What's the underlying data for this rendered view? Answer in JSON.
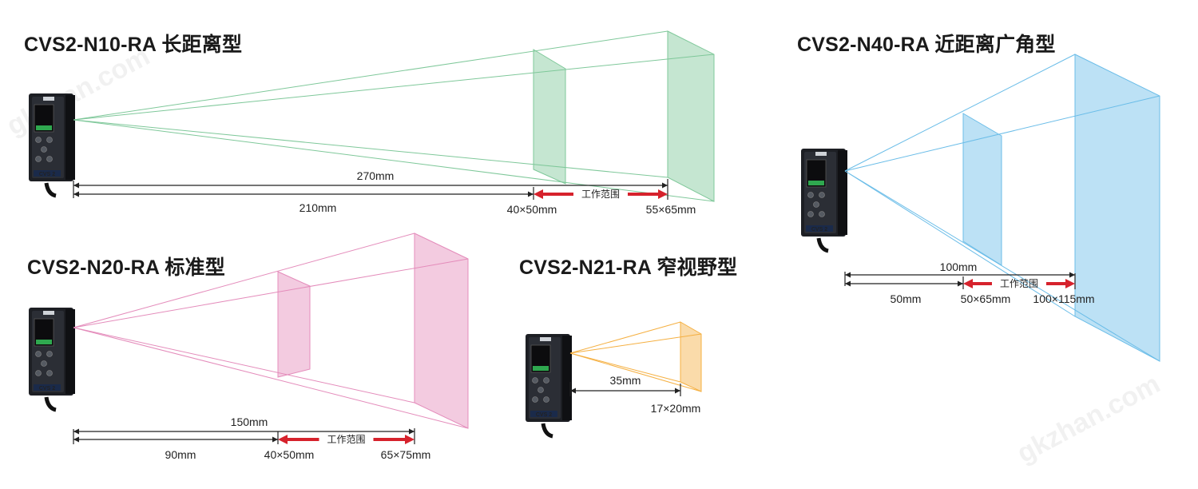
{
  "colors": {
    "green": "#7fc89a",
    "pink": "#e48cbb",
    "orange": "#f5b042",
    "blue": "#6bbde8",
    "arrow_red": "#d6222c",
    "dim_line": "#222222"
  },
  "watermark": "gkzhan.com",
  "sensors": [
    {
      "title": "CVS2-N10-RA  长距离型",
      "dimensions": {
        "total": "270mm",
        "near": "210mm",
        "near_fov": "40×50mm",
        "far_fov": "55×65mm",
        "range_label": "工作范围"
      }
    },
    {
      "title": "CVS2-N20-RA  标准型",
      "dimensions": {
        "total": "150mm",
        "near": "90mm",
        "near_fov": "40×50mm",
        "far_fov": "65×75mm",
        "range_label": "工作范围"
      }
    },
    {
      "title": "CVS2-N21-RA  窄视野型",
      "dimensions": {
        "total": "35mm",
        "far_fov": "17×20mm"
      }
    },
    {
      "title": "CVS2-N40-RA  近距离广角型",
      "dimensions": {
        "total": "100mm",
        "near": "50mm",
        "near_fov": "50×65mm",
        "far_fov": "100×115mm",
        "range_label": "工作范围"
      }
    }
  ],
  "device": {
    "logo": "CVS 2"
  }
}
